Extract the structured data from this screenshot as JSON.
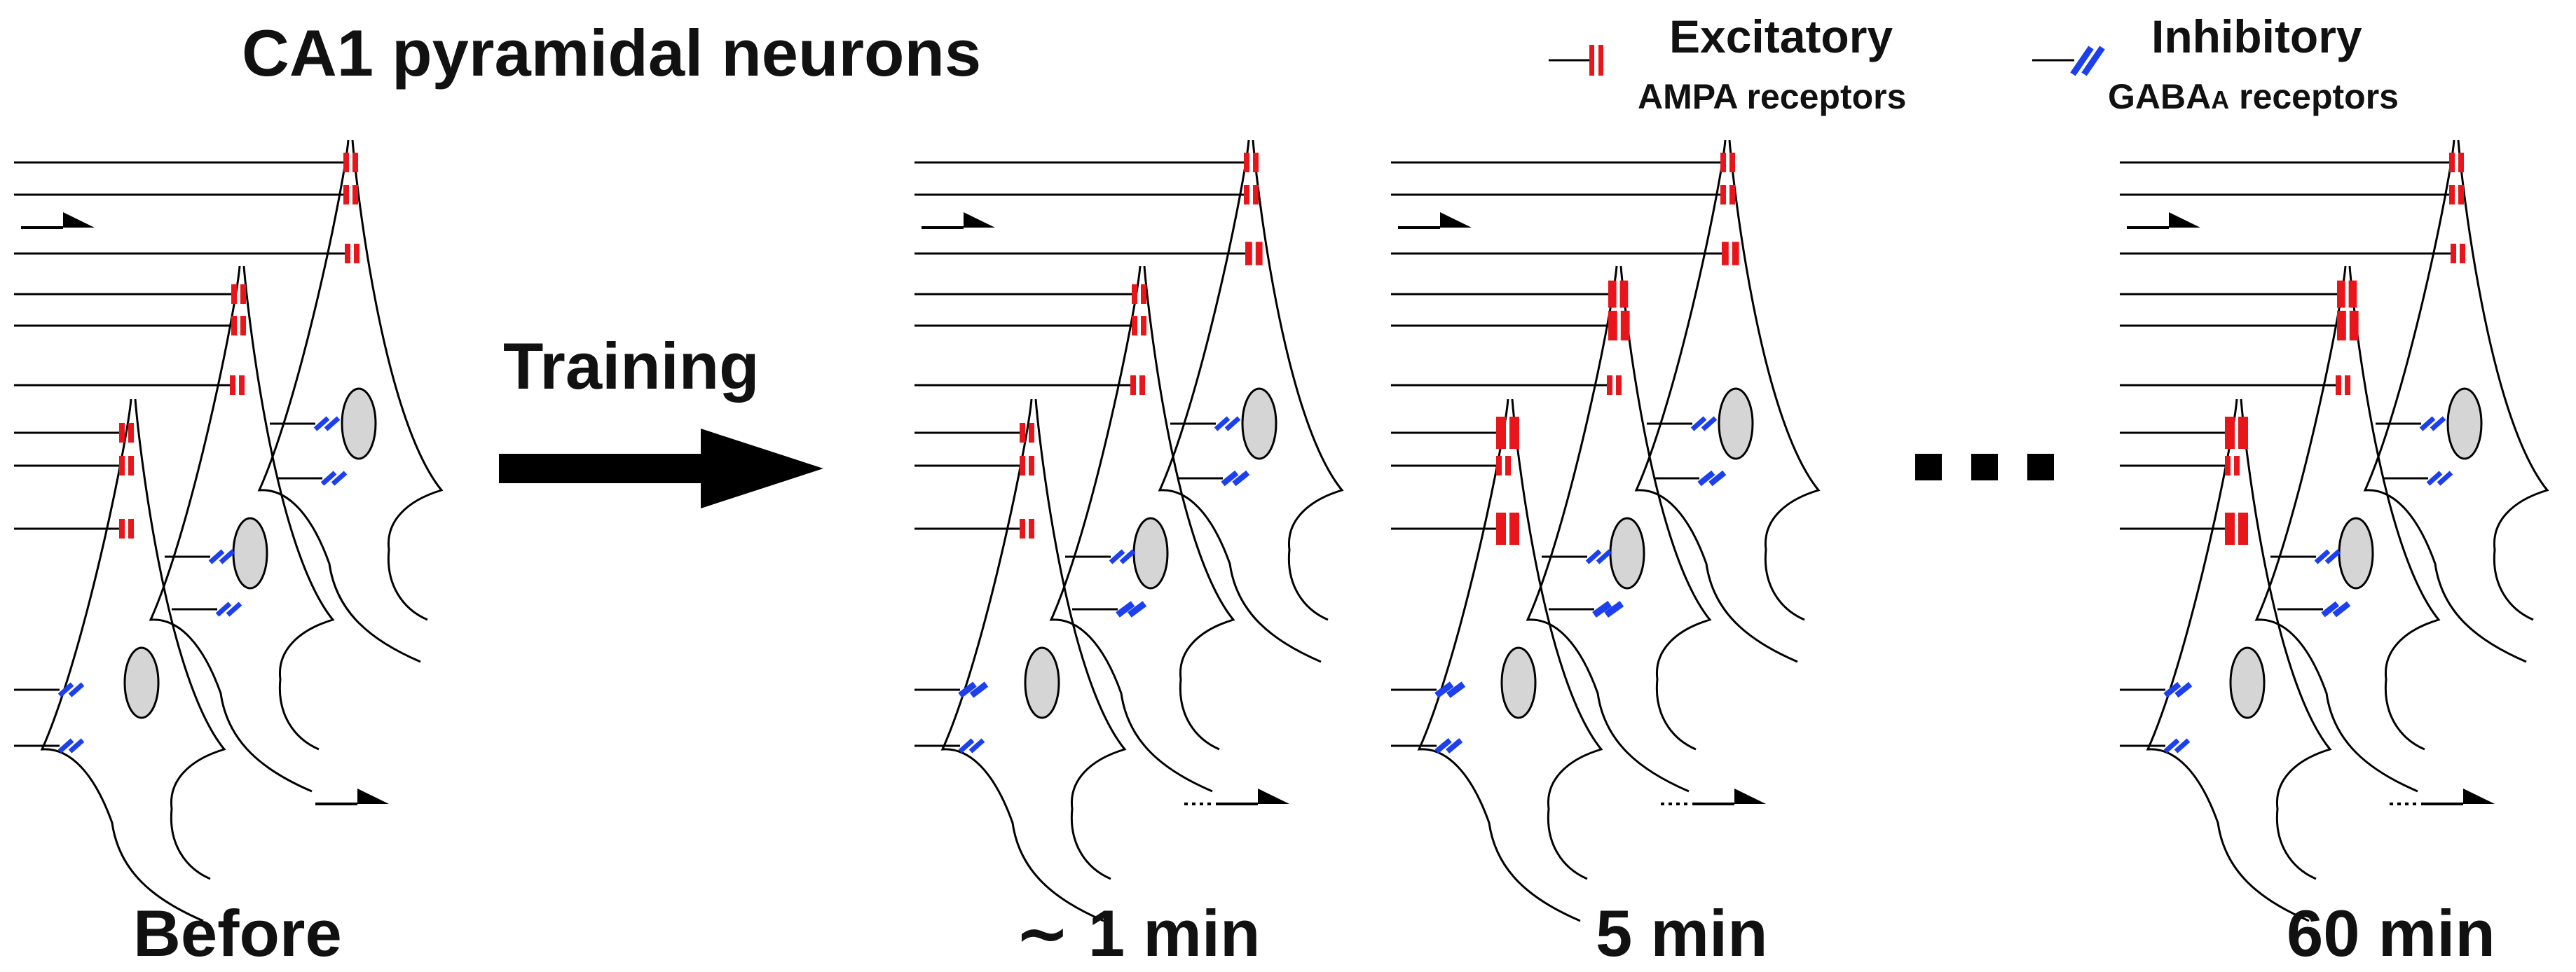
{
  "title": "CA1 pyramidal neurons",
  "legend": {
    "excitatory": {
      "label": "Excitatory",
      "sublabel": "AMPA receptors",
      "color": "#e8161b"
    },
    "inhibitory": {
      "label": "Inhibitory",
      "sublabel_main": "GABA",
      "sublabel_sub": "A",
      "sublabel_rest": " receptors",
      "color": "#1c3ff0"
    }
  },
  "training_label": "Training",
  "panels": [
    {
      "id": "before",
      "label": "Before",
      "exc_sizes": [
        1,
        1,
        1,
        1,
        1,
        1,
        1,
        1,
        1
      ],
      "inh_sizes": [
        1,
        1,
        1,
        1,
        1,
        1
      ]
    },
    {
      "id": "1min",
      "label": "∼ 1 min",
      "exc_sizes": [
        1,
        1,
        1.3,
        1,
        1,
        1,
        1,
        1,
        1
      ],
      "inh_sizes": [
        1,
        1.3,
        1,
        1.6,
        1.5,
        1
      ]
    },
    {
      "id": "5min",
      "label": "5 min",
      "exc_sizes": [
        1,
        1,
        1.3,
        1.6,
        1.8,
        1,
        2,
        1,
        2
      ],
      "inh_sizes": [
        1,
        1.3,
        1,
        1.7,
        1.6,
        1.2
      ]
    },
    {
      "id": "60min",
      "label": "60 min",
      "exc_sizes": [
        1,
        1,
        1,
        1.6,
        1.8,
        1,
        2,
        1,
        2
      ],
      "inh_sizes": [
        1,
        1,
        1,
        1.4,
        1.3,
        1
      ]
    }
  ],
  "ellipsis_label": "...",
  "icons": [
    "before-axon-arrow",
    "after-axon-arrow"
  ]
}
